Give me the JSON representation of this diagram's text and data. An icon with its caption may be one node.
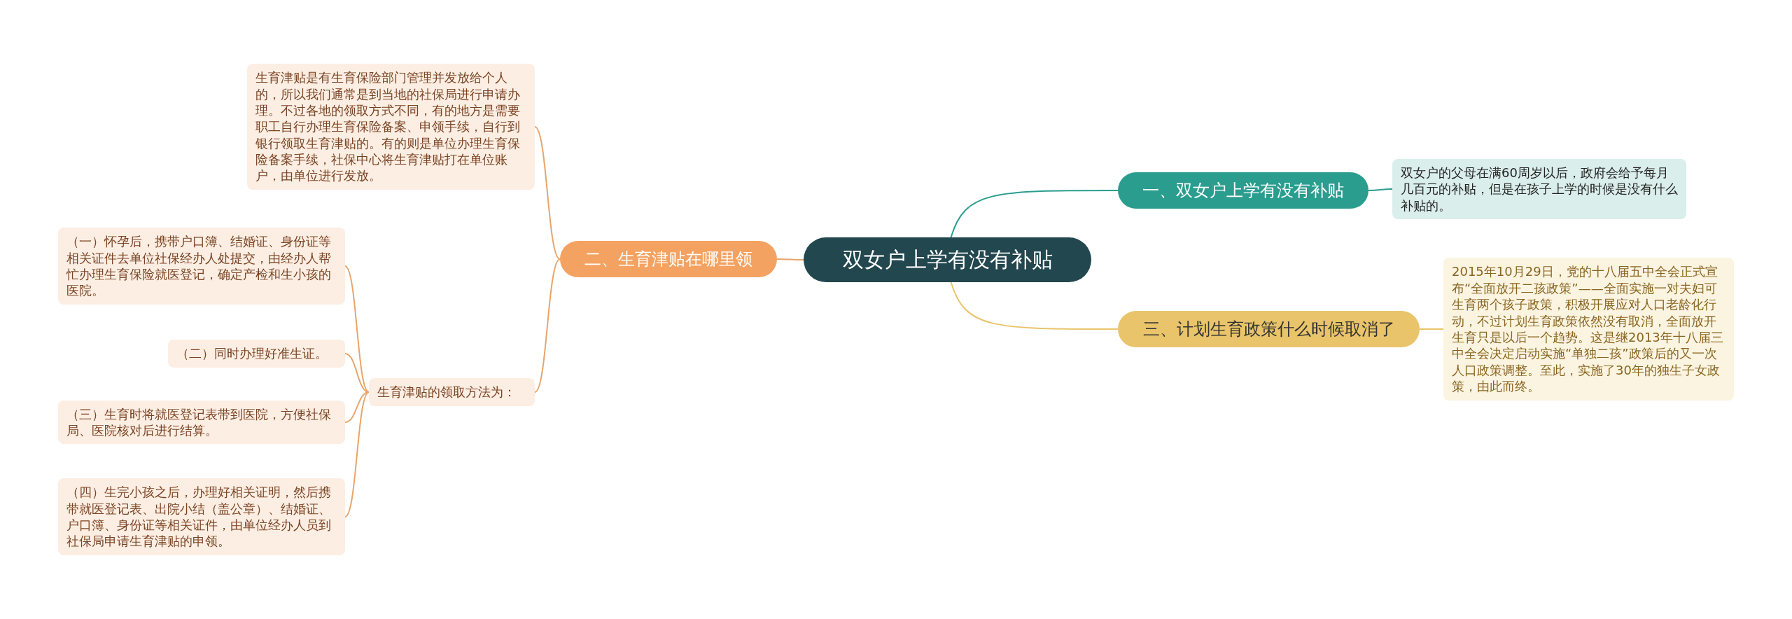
{
  "diagram": {
    "nodes": [
      {
        "text": [
          "双女户上学有没有补贴"
        ]
      },
      {
        "text": [
          "一、双女户上学有没有补贴"
        ]
      },
      {
        "text": [
          "双女户的父母在满60周岁以后，政府会给予每月几百元的补贴，但是在孩子上学的时候是没有什么补贴的。"
        ]
      },
      {
        "text": [
          "二、生育津贴在哪里领"
        ]
      },
      {
        "text": [
          "生育津贴是有生育保险部门管理并发放给个人的，所以我们通常是到当地的社保局进行申请办理。不过各地的领取方式不同，有的地方是需要职工自行办理生育保险备案、申领手续，自行到银行领取生育津贴的。有的则是单位办理生育保险备案手续，社保中心将生育津贴打在单位账户，由单位进行发放。"
        ]
      },
      {
        "text": [
          "生育津贴的领取方法为："
        ]
      },
      {
        "text": [
          "（一）怀孕后，携带户口簿、结婚证、身份证等相关证件去单位社保经办人处提交，由经办人帮忙办理生育保险就医登记，确定产检和生小孩的医院。"
        ]
      },
      {
        "text": [
          "（二）同时办理好准生证。"
        ]
      },
      {
        "text": [
          "（三）生育时将就医登记表带到医院，方便社保局、医院核对后进行结算。"
        ]
      },
      {
        "text": [
          "（四）生完小孩之后，办理好相关证明，然后携带就医登记表、出院小结（盖公章）、结婚证、户口簿、身份证等相关证件，由单位经办人员到社保局申请生育津贴的申领。"
        ]
      },
      {
        "text": [
          "三、计划生育政策什么时候取消了"
        ]
      },
      {
        "text": [
          "2015年10月29日，党的十八届五中全会正式宣布“全面放开二孩政策”——全面实施一对夫妇可生育两个孩子政策，积极开展应对人口老龄化行动，不过计划生育政策依然没有取消，全面放开生育只是以后一个趋势。这是继2013年十八届三中全会决定启动实施“单独二孩”政策后的又一次人口政策调整。至此，实施了30年的独生子女政策，由此而终。"
        ]
      }
    ],
    "edges": [
      {
        "from": 0,
        "to": 1,
        "arrow": "none",
        "color": "#2a9d8f"
      },
      {
        "from": 1,
        "to": 2,
        "arrow": "none",
        "color": "#2a9d8f"
      },
      {
        "from": 0,
        "to": 3,
        "arrow": "none"
      },
      {
        "from": 3,
        "to": 4,
        "arrow": "none"
      },
      {
        "from": 3,
        "to": 5,
        "arrow": "none"
      },
      {
        "from": 5,
        "to": 6,
        "arrow": "none"
      },
      {
        "from": 5,
        "to": 7,
        "arrow": "none"
      },
      {
        "from": 5,
        "to": 8,
        "arrow": "none"
      },
      {
        "from": 5,
        "to": 9,
        "arrow": "none"
      },
      {
        "from": 0,
        "to": 10,
        "arrow": "none",
        "color": "#e9c46a"
      },
      {
        "from": 10,
        "to": 11,
        "arrow": "none",
        "color": "#e9c46a"
      }
    ]
  }
}
